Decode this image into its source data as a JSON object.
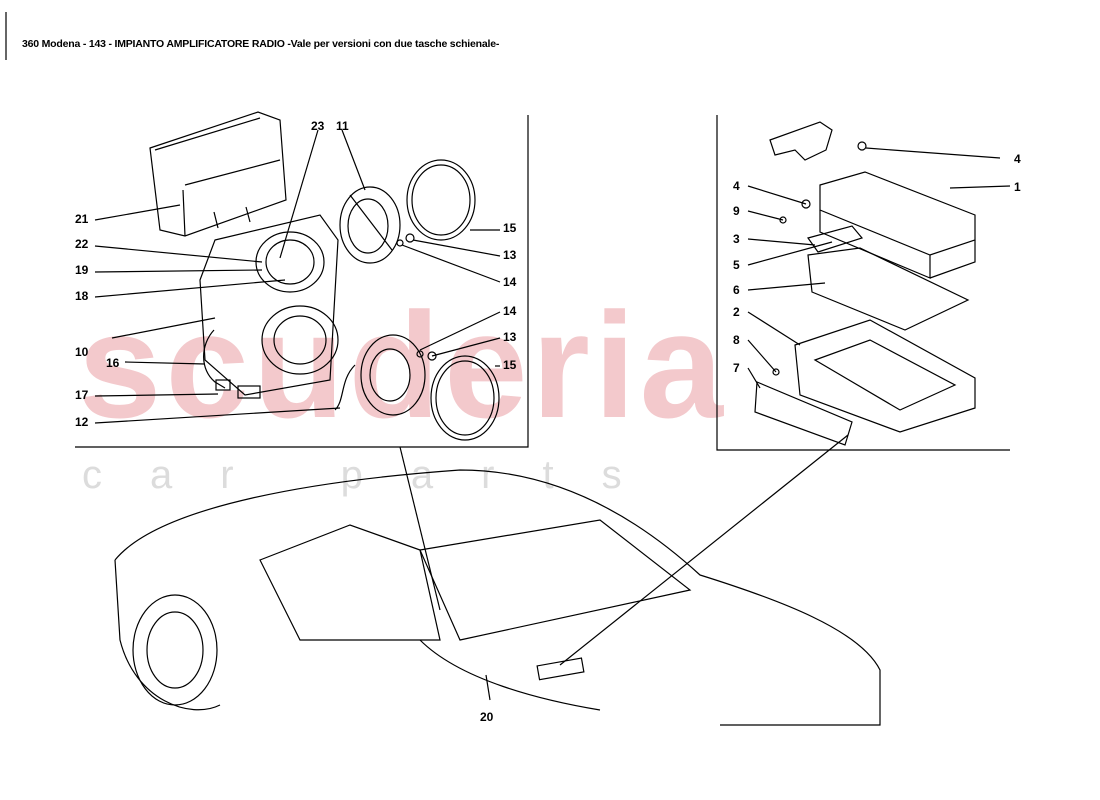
{
  "title": "360 Modena - 143 - IMPIANTO AMPLIFICATORE RADIO -Vale per versioni con due tasche schienale-",
  "watermark": {
    "main": "scuderia",
    "sub": "car parts"
  },
  "colors": {
    "watermark_red": "#f3c9cc",
    "watermark_grey": "#dcdcdc",
    "line": "#000000"
  },
  "callouts": {
    "c23": "23",
    "c11": "11",
    "c21": "21",
    "c22": "22",
    "c19": "19",
    "c18": "18",
    "c10": "10",
    "c16": "16",
    "c17": "17",
    "c12": "12",
    "c15a": "15",
    "c13a": "13",
    "c14a": "14",
    "c14b": "14",
    "c13b": "13",
    "c15b": "15",
    "c20": "20",
    "c4a": "4",
    "c1": "1",
    "c4b": "4",
    "c9": "9",
    "c3": "3",
    "c5": "5",
    "c6": "6",
    "c2": "2",
    "c8": "8",
    "c7": "7"
  }
}
